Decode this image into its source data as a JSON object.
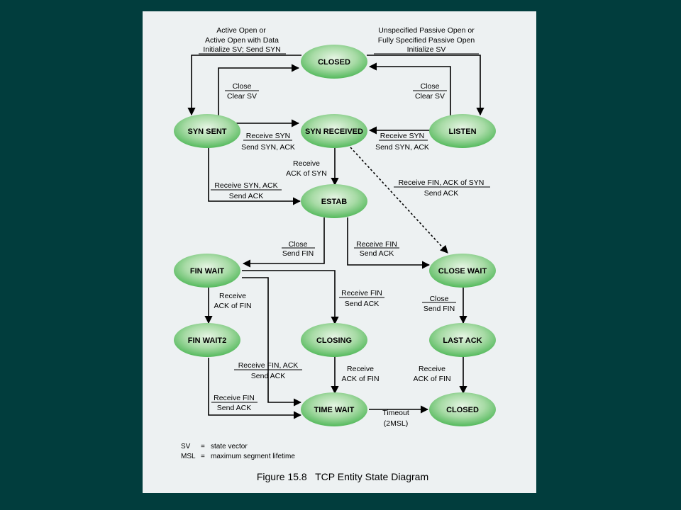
{
  "states": {
    "closed_top": "CLOSED",
    "syn_sent": "SYN SENT",
    "syn_received": "SYN RECEIVED",
    "listen": "LISTEN",
    "estab": "ESTAB",
    "fin_wait": "FIN WAIT",
    "close_wait": "CLOSE WAIT",
    "fin_wait2": "FIN WAIT2",
    "closing": "CLOSING",
    "last_ack": "LAST ACK",
    "time_wait": "TIME WAIT",
    "closed_bottom": "CLOSED"
  },
  "transitions": {
    "active_open": [
      "Active Open or",
      "Active Open with Data",
      "Initialize SV; Send SYN"
    ],
    "passive_open": [
      "Unspecified Passive Open or",
      "Fully Specified Passive Open",
      "Initialize SV"
    ],
    "close_synsent": [
      "Close",
      "Clear SV"
    ],
    "close_listen": [
      "Close",
      "Clear SV"
    ],
    "synsent_to_synrcvd": [
      "Receive SYN",
      "Send SYN, ACK"
    ],
    "listen_to_synrcvd": [
      "Receive SYN",
      "Send SYN, ACK"
    ],
    "synrcvd_to_estab": [
      "Receive",
      "ACK of SYN"
    ],
    "synsent_to_estab": [
      "Receive SYN, ACK",
      "Send ACK"
    ],
    "synrcvd_to_closewait": [
      "Receive FIN, ACK of SYN",
      "Send ACK"
    ],
    "estab_to_finwait": [
      "Close",
      "Send FIN"
    ],
    "estab_to_closewait": [
      "Receive FIN",
      "Send ACK"
    ],
    "finwait_to_finwait2": [
      "Receive",
      "ACK of FIN"
    ],
    "finwait_to_closing": [
      "Receive FIN",
      "Send ACK"
    ],
    "closewait_to_lastack": [
      "Close",
      "Send FIN"
    ],
    "finwait_to_timewait": [
      "Receive FIN, ACK",
      "Send ACK"
    ],
    "closing_to_timewait": [
      "Receive",
      "ACK of FIN"
    ],
    "lastack_to_closed": [
      "Receive",
      "ACK of FIN"
    ],
    "finwait2_to_timewait": [
      "Receive FIN",
      "Send ACK"
    ],
    "timeout": [
      "Timeout",
      "(2MSL)"
    ]
  },
  "legend": {
    "sv_abbr": "SV",
    "sv_eq": "=",
    "sv_def": "state vector",
    "msl_abbr": "MSL",
    "msl_eq": "=",
    "msl_def": "maximum segment lifetime"
  },
  "caption": "Figure 15.8   TCP Entity State Diagram",
  "colors": {
    "background": "#013d3d",
    "panel": "#edf1f2",
    "node_light": "#e6f5e4",
    "node_dark": "#54b95c"
  }
}
